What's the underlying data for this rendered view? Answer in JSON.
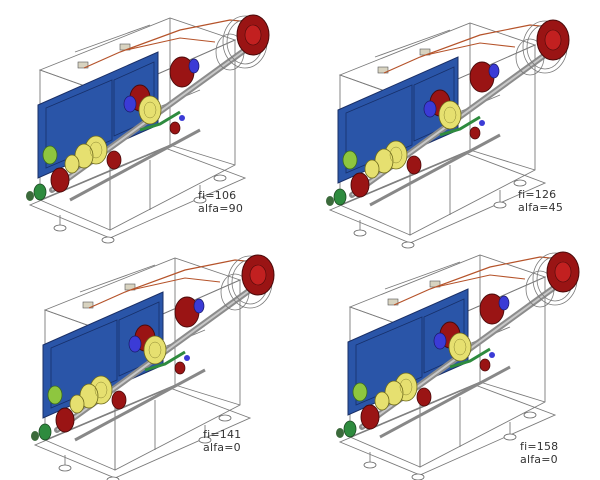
{
  "panels": [
    {
      "fi": "fi=106",
      "alfa": "alfa=90"
    },
    {
      "fi": "fi=126",
      "alfa": "alfa=45"
    },
    {
      "fi": "fi=141",
      "alfa": "alfa=0"
    },
    {
      "fi": "fi=158",
      "alfa": "alfa=0"
    }
  ],
  "colors": {
    "housing_outline": "#7a7a7a",
    "cover_plate": "#2a55a8",
    "large_gear": "#9a1414",
    "small_gear": "#e6e070",
    "shaft": "#8c8c8c",
    "lever": "#2e8b3e",
    "bearing": "#3b3bd6",
    "pipe": "#b5532a",
    "background": "#ffffff"
  }
}
